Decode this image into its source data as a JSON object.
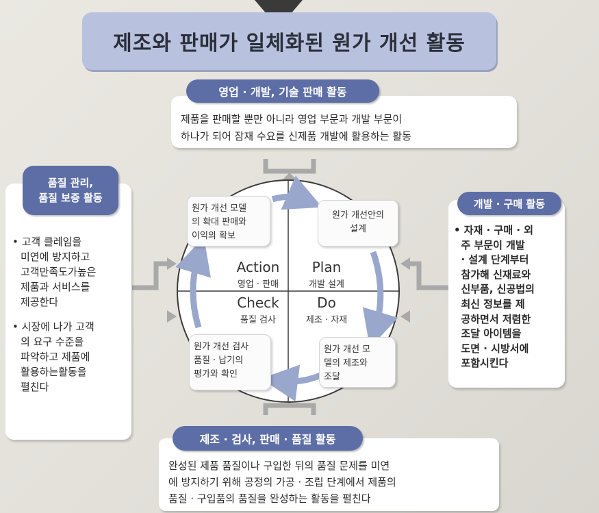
{
  "title": "제조와 판매가 일체화된 원가 개선 활동",
  "top": {
    "label": "영업 · 개발, 기술 판매 활동",
    "text": "제품을 판매할 뿐만 아니라 영업 부문과 개발 부문이\n하나가 되어 잠재 수요를 신제품 개발에 활용하는 활동"
  },
  "left": {
    "label": "품질 관리,\n품질 보증 활동",
    "items": [
      "• 고객 클레임을\n미연에 방지하고\n고객만족도가높은\n제품과 서비스를\n제공한다",
      "• 시장에 나가 고객\n의 요구 수준을\n파악하고 제품에\n활용하는활동을\n펼친다"
    ]
  },
  "right": {
    "label": "개발 · 구매 활동",
    "text": "• 자재 · 구매 · 외\n  주 부문이 개발\n  · 설계 단계부터\n  참가해 신재료와\n  신부품, 신공법의\n  최신 정보를 제\n  공하면서 저렴한\n  조달 아이템을\n  도면 · 시방서에\n  포함시킨다"
  },
  "bottom": {
    "label": "제조 · 검사, 판매 · 품질 활동",
    "text": "완성된 제품 품질이나 구입한 뒤의 품질 문제를 미연\n에 방지하기 위해 공정의 가공 · 조립 단계에서 제품의\n품질 · 구입품의 품질을 완성하는 활동을 펼친다"
  },
  "cycle": {
    "action": {
      "en": "Action",
      "ko": "영업 · 판매"
    },
    "plan": {
      "en": "Plan",
      "ko": "개발 설계"
    },
    "check": {
      "en": "Check",
      "ko": "품질 검사"
    },
    "do": {
      "en": "Do",
      "ko": "제조 · 자재"
    },
    "box_action": "원가 개선 모델\n의 확대 판매와\n이익의 확보",
    "box_plan": "원가 개선안의\n설계",
    "box_check": "원가 개선 검사\n품질 · 납기의\n평가와 확인",
    "box_do": "원가 개선 모\n델의 제조와\n조달"
  },
  "colors": {
    "banner": "#b8c2de",
    "pill": "#5d6ea6",
    "arrow": "#9aa7cc",
    "connector": "#a9a9a9"
  }
}
